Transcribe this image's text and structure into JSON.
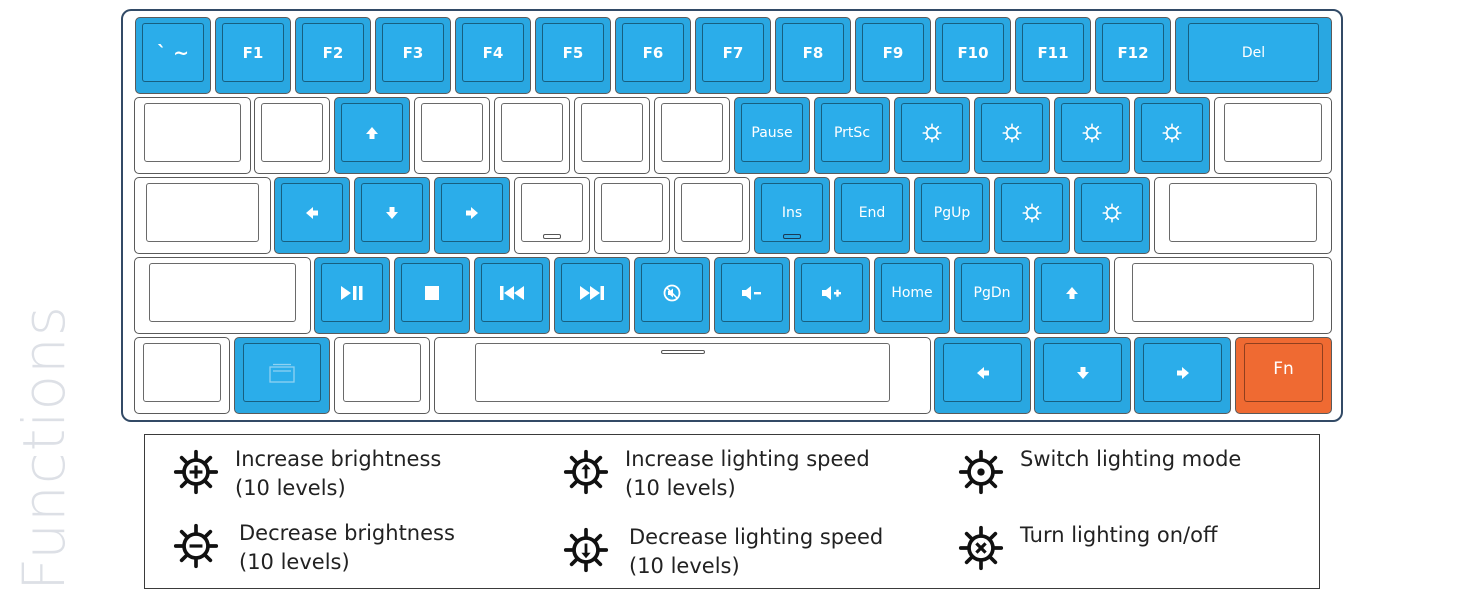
{
  "side_title": "Functions",
  "colors": {
    "function_key": "#29a7e1",
    "fn_key": "#ef6a32",
    "plain_key": "#ffffff",
    "frame": "#324a66"
  },
  "keys": {
    "grave": "` ~",
    "f1": "F1",
    "f2": "F2",
    "f3": "F3",
    "f4": "F4",
    "f5": "F5",
    "f6": "F6",
    "f7": "F7",
    "f8": "F8",
    "f9": "F9",
    "f10": "F10",
    "f11": "F11",
    "f12": "F12",
    "del": "Del",
    "pause": "Pause",
    "prtsc": "PrtSc",
    "ins": "Ins",
    "end": "End",
    "pgup": "PgUp",
    "home": "Home",
    "pgdn": "PgDn",
    "fn": "Fn"
  },
  "key_icons": {
    "row2_up": "arrow-up-icon",
    "row2_light_1": "brightness-up-icon",
    "row2_light_2": "brightness-down-icon",
    "row2_light_3": "lighting-speed-up-icon",
    "row2_light_4": "lighting-speed-down-icon",
    "row3_left": "arrow-left-icon",
    "row3_down": "arrow-down-icon",
    "row3_right": "arrow-right-icon",
    "row3_light_1": "switch-lighting-mode-icon",
    "row3_light_2": "lighting-toggle-icon",
    "row4_playpause": "play-pause-icon",
    "row4_stop": "stop-icon",
    "row4_prev": "previous-track-icon",
    "row4_next": "next-track-icon",
    "row4_mute": "mute-icon",
    "row4_voldown": "volume-down-icon",
    "row4_volup": "volume-up-icon",
    "row4_up": "arrow-up-icon",
    "row5_menu": "menu-icon",
    "row5_left": "arrow-left-icon",
    "row5_down": "arrow-down-icon",
    "row5_right": "arrow-right-icon"
  },
  "legend": [
    {
      "icon": "brightness-up-icon",
      "line1": "Increase brightness",
      "line2": "(10 levels)"
    },
    {
      "icon": "lighting-speed-up-icon",
      "line1": "Increase lighting speed",
      "line2": "(10 levels)"
    },
    {
      "icon": "switch-lighting-mode-icon",
      "line1": "Switch lighting mode",
      "line2": ""
    },
    {
      "icon": "brightness-down-icon",
      "line1": "Decrease brightness",
      "line2": "(10 levels)"
    },
    {
      "icon": "lighting-speed-down-icon",
      "line1": "Decrease lighting speed",
      "line2": "(10 levels)"
    },
    {
      "icon": "lighting-toggle-icon",
      "line1": "Turn lighting on/off",
      "line2": ""
    }
  ]
}
